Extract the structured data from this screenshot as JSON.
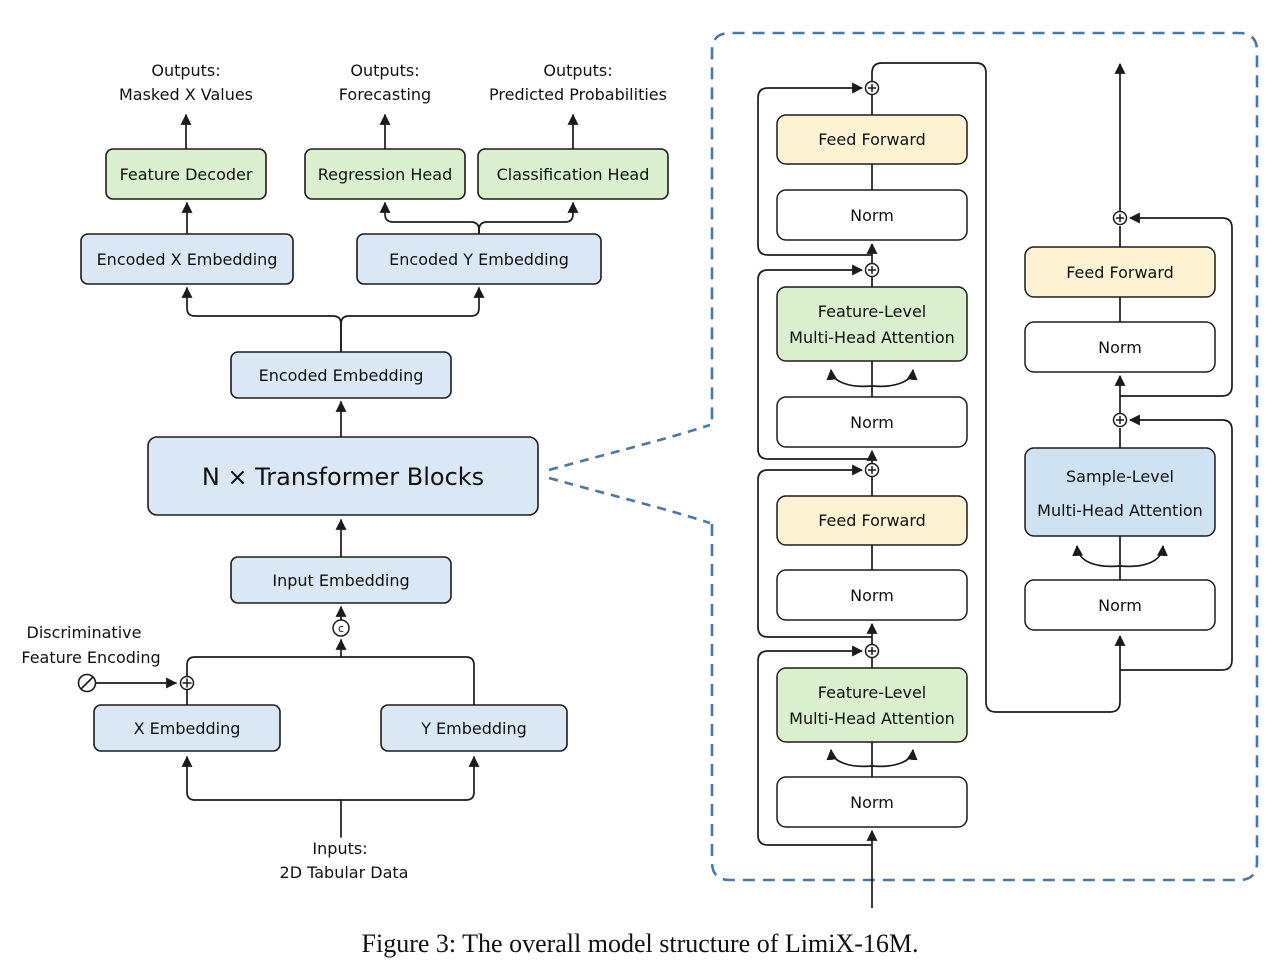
{
  "figure": {
    "caption": "Figure 3: The overall model structure of LimiX-16M."
  },
  "colors": {
    "green": "#d9efcd",
    "blue": "#d9e8f4",
    "yellow": "#fdf3d2",
    "sample_blue": "#cfe2f2",
    "dashed_panel": "#4878a8",
    "line": "#1b1b1b"
  },
  "left": {
    "out_masked": {
      "l1": "Outputs:",
      "l2": "Masked X Values"
    },
    "out_forecast": {
      "l1": "Outputs:",
      "l2": "Forecasting"
    },
    "out_pred": {
      "l1": "Outputs:",
      "l2": "Predicted Probabilities"
    },
    "feature_decoder": "Feature Decoder",
    "regression_head": "Regression Head",
    "classification_head": "Classification Head",
    "encoded_x": "Encoded X Embedding",
    "encoded_y": "Encoded Y Embedding",
    "encoded": "Encoded Embedding",
    "transformer": "N × Transformer Blocks",
    "input_embedding": "Input Embedding",
    "x_embedding": "X Embedding",
    "y_embedding": "Y Embedding",
    "disc": {
      "l1": "Discriminative",
      "l2": "Feature Encoding"
    },
    "inputs": {
      "l1": "Inputs:",
      "l2": "2D Tabular Data"
    },
    "concat_symbol": "c"
  },
  "right": {
    "feed_forward": "Feed Forward",
    "norm": "Norm",
    "feature_mha": {
      "l1": "Feature-Level",
      "l2": "Multi-Head Attention"
    },
    "sample_mha": {
      "l1": "Sample-Level",
      "l2": "Multi-Head Attention"
    }
  }
}
